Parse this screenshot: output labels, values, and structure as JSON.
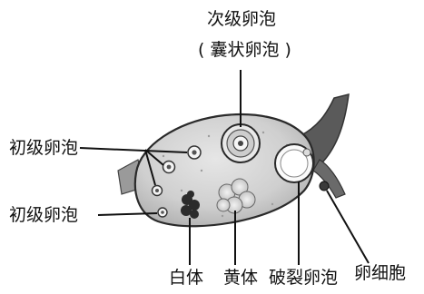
{
  "diagram": {
    "labels": {
      "secondary_follicle": "次级卵泡",
      "vesicular_follicle": "( 囊状卵泡 )",
      "primary_follicle_upper": "初级卵泡",
      "primary_follicle_lower": "初级卵泡",
      "corpus_albicans": "白体",
      "corpus_luteum": "黄体",
      "ruptured_follicle": "破裂卵泡",
      "ovum": "卵细胞"
    }
  }
}
